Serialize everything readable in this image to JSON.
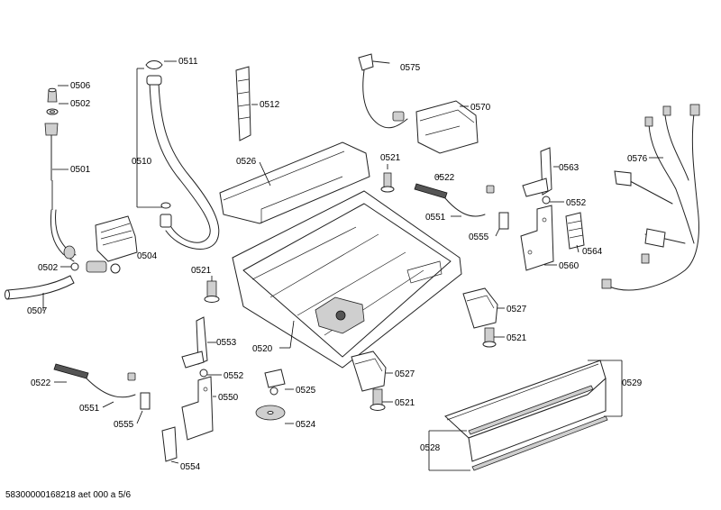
{
  "labels": {
    "p0506": "0506",
    "p0502a": "0502",
    "p0501": "0501",
    "p0502b": "0502",
    "p0507": "0507",
    "p0511": "0511",
    "p0510": "0510",
    "p0504": "0504",
    "p0512": "0512",
    "p0526": "0526",
    "p0575": "0575",
    "p0570": "0570",
    "p0521a": "0521",
    "p0522a": "0522",
    "p0551a": "0551",
    "p0555a": "0555",
    "p0563": "0563",
    "p0552a": "0552",
    "p0560": "0560",
    "p0564": "0564",
    "p0576": "0576",
    "p0521b": "0521",
    "p0520": "0520",
    "p0527a": "0527",
    "p0521c": "0521",
    "p0553": "0553",
    "p0552b": "0552",
    "p0550": "0550",
    "p0522b": "0522",
    "p0551b": "0551",
    "p0555b": "0555",
    "p0554": "0554",
    "p0525": "0525",
    "p0524": "0524",
    "p0527b": "0527",
    "p0521d": "0521",
    "p0529": "0529",
    "p0528": "0528"
  },
  "footer": "58300000168218 aet 000 a 5/6"
}
